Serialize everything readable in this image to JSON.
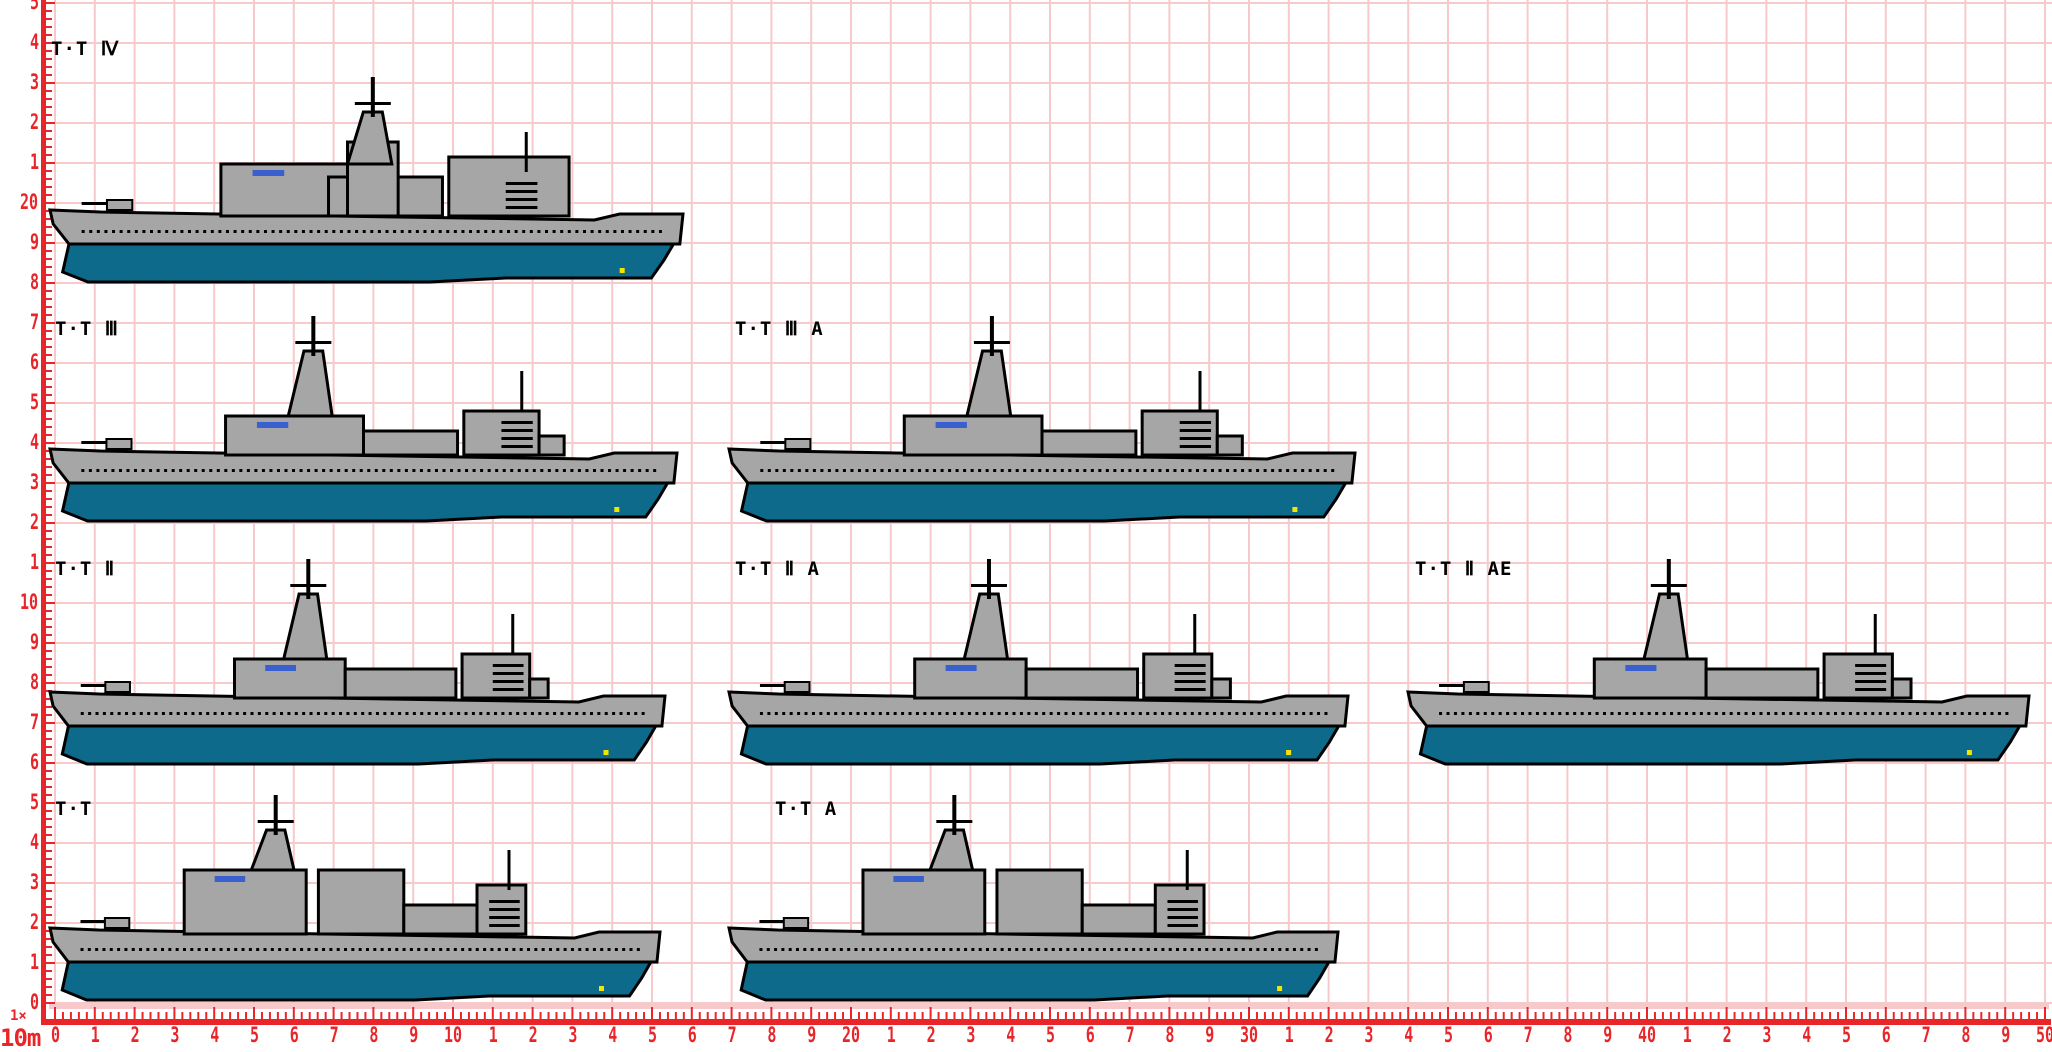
{
  "colors": {
    "grid": "#f7c9cb",
    "ruler": "#e8262a",
    "hull_upper": "#a6a6a6",
    "hull_lower": "#0d6a8a",
    "outline": "#000000",
    "window": "#3a5fcf",
    "light": "#f5e400"
  },
  "scale": {
    "multiplier": "1×",
    "unit": "10m"
  },
  "x_axis_labels": [
    "0",
    "1",
    "2",
    "3",
    "4",
    "5",
    "6",
    "7",
    "8",
    "9",
    "10",
    "1",
    "2",
    "3",
    "4",
    "5",
    "6",
    "7",
    "8",
    "9",
    "20",
    "1",
    "2",
    "3",
    "4",
    "5",
    "6",
    "7",
    "8",
    "9",
    "30",
    "1",
    "2",
    "3",
    "4",
    "5",
    "6",
    "7",
    "8",
    "9",
    "40",
    "1",
    "2",
    "3",
    "4",
    "5",
    "6",
    "7",
    "8",
    "9",
    "50"
  ],
  "y_axis_labels": [
    "0",
    "1",
    "2",
    "3",
    "4",
    "5",
    "6",
    "7",
    "8",
    "9",
    "10",
    "1",
    "2",
    "3",
    "4",
    "5",
    "6",
    "7",
    "8",
    "9",
    "20",
    "1",
    "2",
    "3",
    "4",
    "5"
  ],
  "ships": [
    {
      "label": "T·T Ⅳ",
      "variant": "iv"
    },
    {
      "label": "T·T Ⅲ",
      "variant": "iii"
    },
    {
      "label": "T·T Ⅲ A",
      "variant": "iii"
    },
    {
      "label": "T·T Ⅱ",
      "variant": "ii"
    },
    {
      "label": "T·T Ⅱ A",
      "variant": "ii"
    },
    {
      "label": "T·T Ⅱ AE",
      "variant": "ii"
    },
    {
      "label": "T·T",
      "variant": "i"
    },
    {
      "label": "T·T A",
      "variant": "i"
    }
  ]
}
